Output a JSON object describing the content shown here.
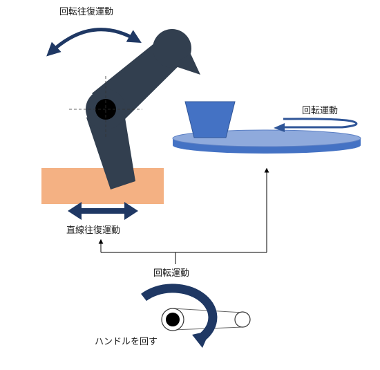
{
  "labels": {
    "top_motion": "回転往復運動",
    "table_motion": "回転運動",
    "slide_motion": "直線往復運動",
    "handle_motion": "回転運動",
    "handle_action": "ハンドルを回す"
  },
  "colors": {
    "arm": "#323f4f",
    "arrow_navy": "#1f3864",
    "block": "#f4b183",
    "table_top": "#8faadc",
    "table_side": "#4472c4",
    "cup": "#4472c4",
    "line": "#000000"
  }
}
